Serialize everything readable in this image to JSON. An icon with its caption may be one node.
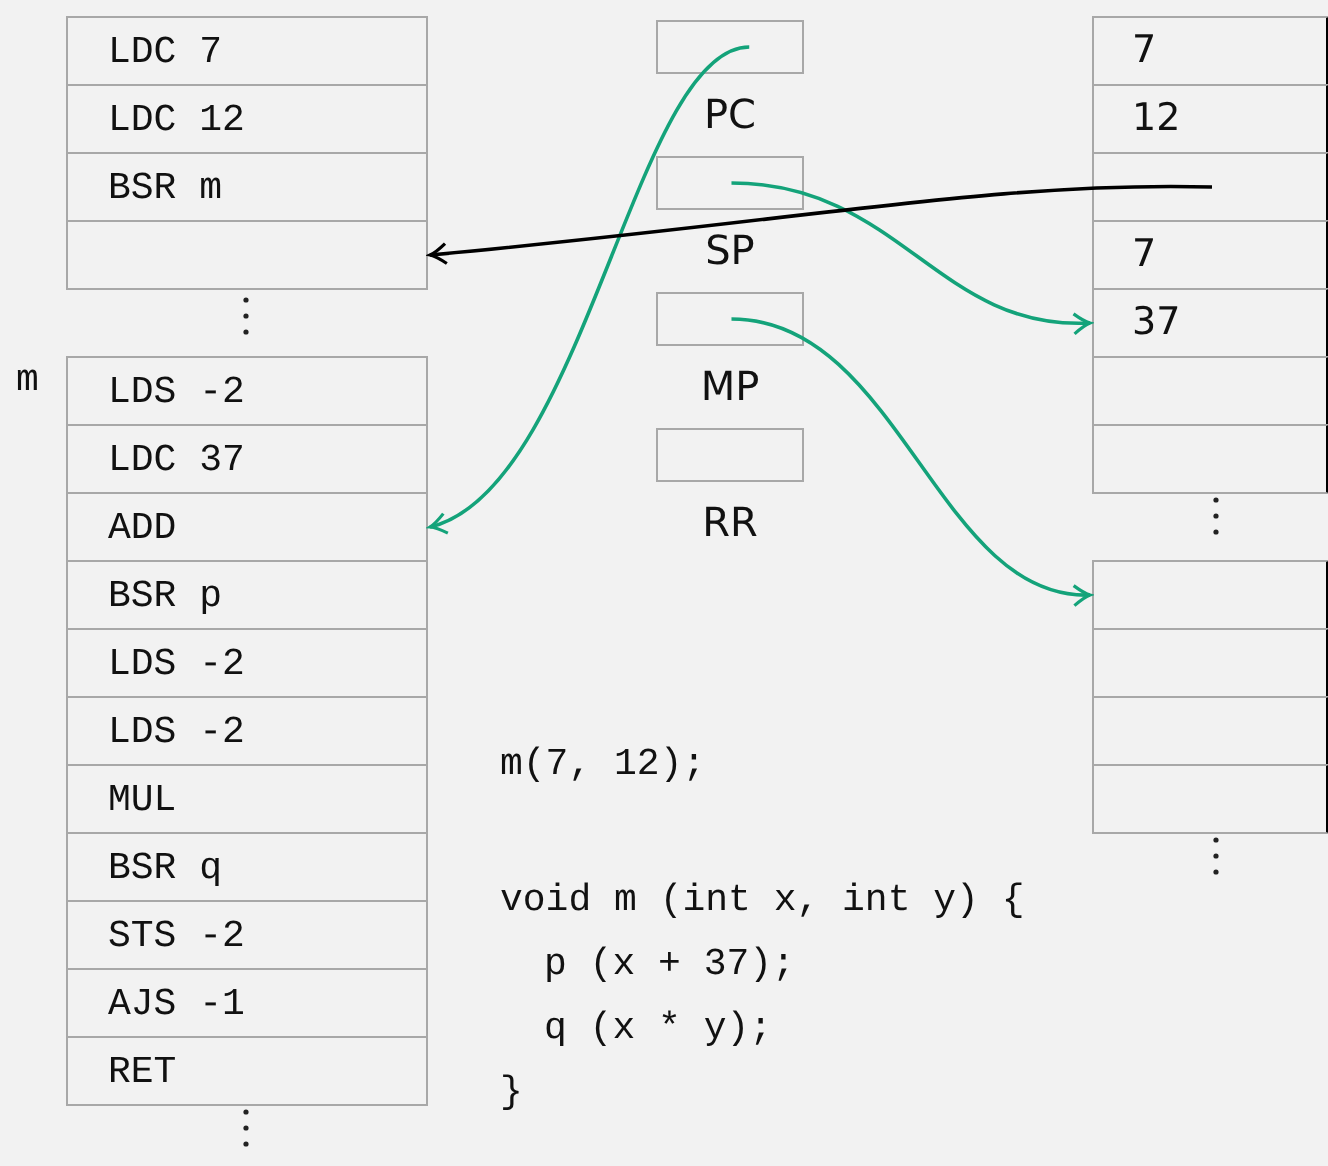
{
  "diagram": {
    "nodes": [
      {
        "text": [
          "LDC 7"
        ]
      },
      {
        "text": [
          "LDC 12"
        ]
      },
      {
        "text": [
          "BSR m"
        ]
      },
      {
        "text": [],
        "shape": "box"
      },
      {
        "text": [
          "LDS -2"
        ]
      },
      {
        "text": [
          "LDC 37"
        ]
      },
      {
        "text": [
          "ADD"
        ]
      },
      {
        "text": [
          "BSR p"
        ]
      },
      {
        "text": [
          "LDS -2"
        ]
      },
      {
        "text": [
          "LDS -2"
        ]
      },
      {
        "text": [
          "MUL"
        ]
      },
      {
        "text": [
          "BSR q"
        ]
      },
      {
        "text": [
          "STS -2"
        ]
      },
      {
        "text": [
          "AJS -1"
        ]
      },
      {
        "text": [
          "RET"
        ]
      },
      {
        "text": [
          "PC"
        ]
      },
      {
        "text": [
          "SP"
        ]
      },
      {
        "text": [
          "MP"
        ]
      },
      {
        "text": [
          "RR"
        ]
      },
      {
        "text": [
          "7"
        ]
      },
      {
        "text": [
          "12"
        ]
      },
      {
        "text": [],
        "shape": "box"
      },
      {
        "text": [
          "7"
        ]
      },
      {
        "text": [
          "37"
        ]
      },
      {
        "text": [],
        "shape": "box"
      },
      {
        "text": [],
        "shape": "box"
      },
      {
        "text": [],
        "shape": "box"
      },
      {
        "text": [],
        "shape": "box"
      },
      {
        "text": [],
        "shape": "box"
      },
      {
        "text": [],
        "shape": "box"
      }
    ],
    "edges": [
      {
        "from": 15,
        "to": 6,
        "arrow": "to"
      },
      {
        "from": 16,
        "to": 23,
        "arrow": "to"
      },
      {
        "from": 17,
        "to": 26,
        "arrow": "to"
      },
      {
        "from": 21,
        "to": 3,
        "arrow": "to",
        "color": "#000000"
      }
    ],
    "labels": [
      "m",
      "m(7, 12);",
      "void m (int x, int y) {",
      "p (x + 37);",
      "q (x * y);",
      "}"
    ]
  }
}
